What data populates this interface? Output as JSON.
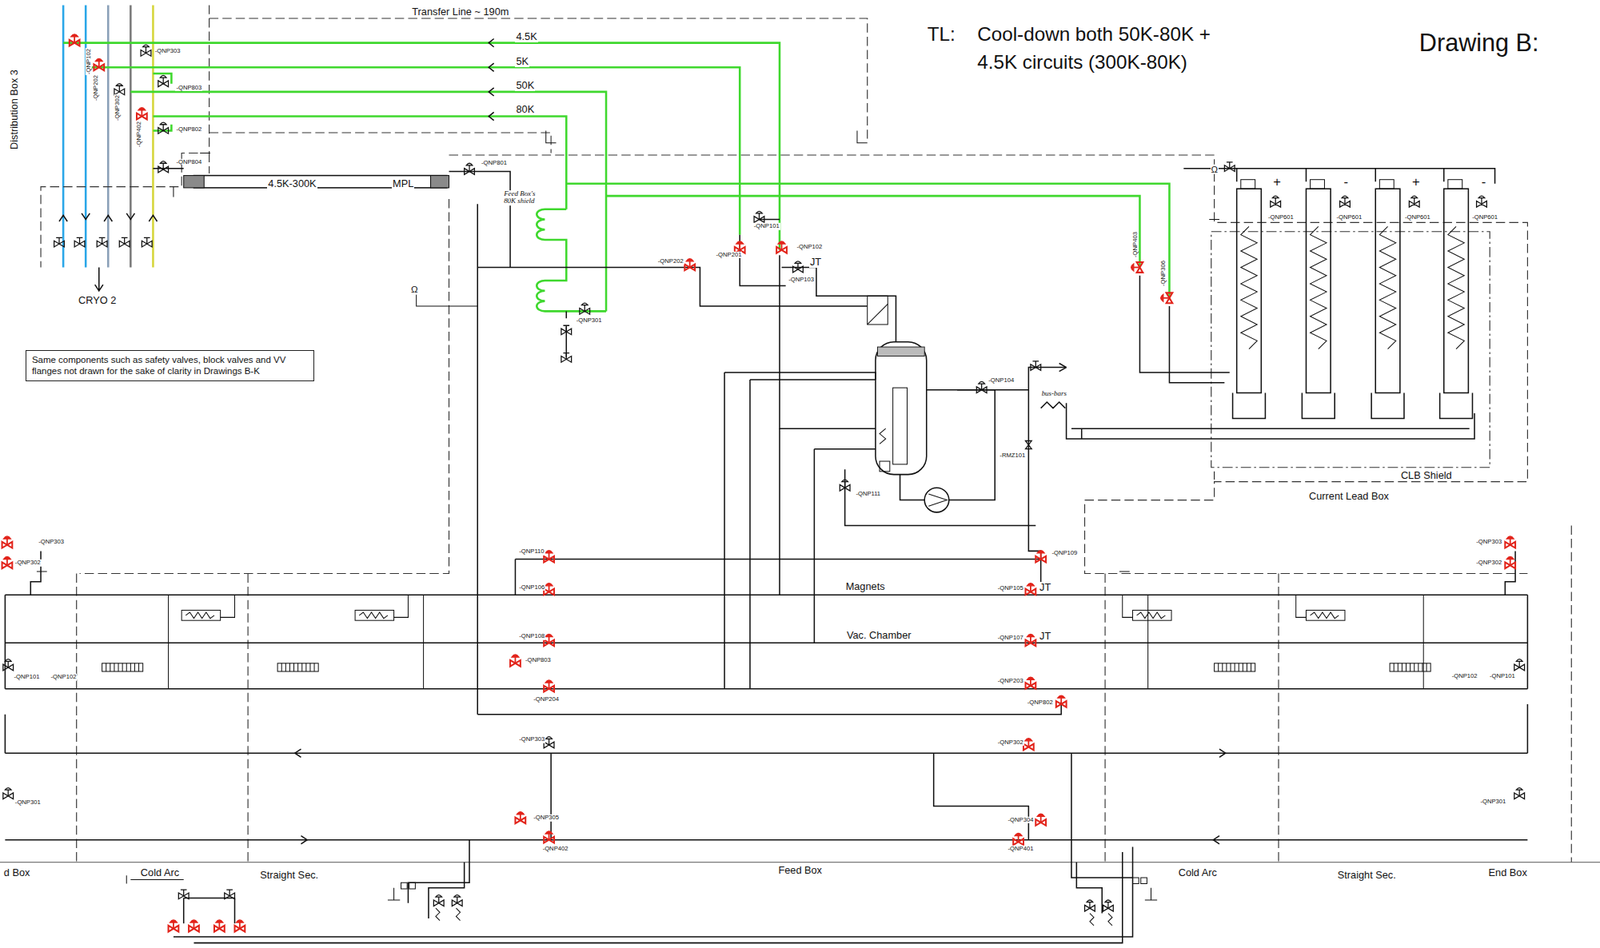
{
  "diagram": {
    "title": "Drawing B:",
    "nodes": [
      {
        "text": [
          "Same components such as safety valves, block valves and VV flanges not drawn for the sake of clarity in Drawings B-K"
        ]
      }
    ],
    "labels": [
      "Transfer Line ~ 190m",
      "TL:",
      "Cool-down both 50K-80K +",
      "4.5K circuits (300K-80K)",
      "Distribution Box 3",
      "4.5K",
      "5K",
      "50K",
      "80K",
      "-QNP102",
      "-QNP202",
      "-QNP302",
      "-QNP402",
      "-QNP303",
      "-QNP803",
      "-QNP802",
      "-QNP804",
      "4.5K-300K",
      "MPL",
      "-QNP801",
      "CRYO 2",
      "Ω",
      "Feed Box's 80K shield",
      "-QNP101",
      "-QNP201",
      "-QNP102",
      "JT",
      "-QNP103",
      "-QNP202",
      "-QNP301",
      "-QNP403",
      "-QNP306",
      "Ω",
      "+",
      "-",
      "+",
      "-",
      "-QNP601",
      "-QNP601",
      "-QNP601",
      "-QNP601",
      "-QNP104",
      "bus-bars",
      "-RMZ101",
      "-QNP111",
      "CLB Shield",
      "Current Lead Box",
      "-QNP303",
      "-QNP302",
      "-QNP101",
      "-QNP102",
      "-QNP301",
      "-QNP303",
      "-QNP302",
      "-QNP102",
      "-QNP101",
      "-QNP301",
      "-QNP110",
      "-QNP106",
      "-QNP108",
      "-QNP803",
      "-QNP204",
      "-QNP303",
      "Magnets",
      "Vac. Chamber",
      "-QNP109",
      "-QNP105",
      "JT",
      "-QNP107",
      "JT",
      "-QNP203",
      "-QNP802",
      "-QNP302",
      "-QNP305",
      "-QNP402",
      "-QNP304",
      "-QNP401",
      "d Box",
      "Cold Arc",
      "Straight Sec.",
      "Feed Box",
      "Cold Arc",
      "Straight Sec.",
      "End Box"
    ]
  }
}
